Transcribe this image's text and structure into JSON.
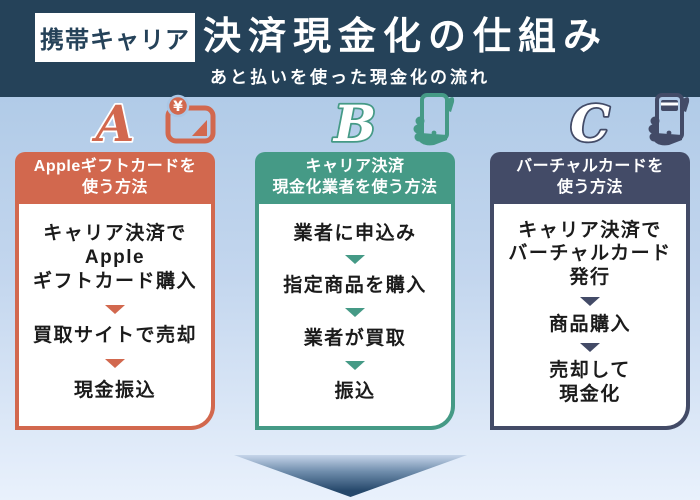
{
  "header": {
    "badge": "携帯キャリア",
    "title": "決済現金化の仕組み",
    "subtitle": "あと払いを使った現金化の流れ"
  },
  "colors": {
    "header_bg": "#254259",
    "background_top": "#a7c5e4",
    "background_bottom": "#e9f1fc",
    "arrow_dark": "#26486b",
    "salmon": "#d2684e",
    "teal": "#459a86",
    "navy": "#434b67"
  },
  "columns": [
    {
      "letter": "A",
      "letter_fill": "#d2684e",
      "letter_stroke": "#ffffff",
      "icon": "gift-card-icon",
      "icon_badge": "¥",
      "color": "#d2684e",
      "title_lines": [
        "Appleギフトカードを",
        "使う方法"
      ],
      "steps": [
        {
          "lines": [
            "キャリア決済で",
            "Apple",
            "ギフトカード購入"
          ]
        },
        {
          "lines": [
            "買取サイトで売却"
          ]
        },
        {
          "lines": [
            "現金振込"
          ]
        }
      ]
    },
    {
      "letter": "B",
      "letter_fill": "#ffffff",
      "letter_stroke": "#459a86",
      "icon": "hand-phone-icon",
      "color": "#459a86",
      "title_lines": [
        "キャリア決済",
        "現金化業者を使う方法"
      ],
      "steps": [
        {
          "lines": [
            "業者に申込み"
          ]
        },
        {
          "lines": [
            "指定商品を購入"
          ]
        },
        {
          "lines": [
            "業者が買取"
          ]
        },
        {
          "lines": [
            "振込"
          ]
        }
      ]
    },
    {
      "letter": "C",
      "letter_fill": "#ffffff",
      "letter_stroke": "#434b67",
      "icon": "hand-phone-card-icon",
      "color": "#434b67",
      "title_lines": [
        "バーチャルカードを",
        "使う方法"
      ],
      "steps": [
        {
          "lines": [
            "キャリア決済で",
            "バーチャルカード",
            "発行"
          ]
        },
        {
          "lines": [
            "商品購入"
          ]
        },
        {
          "lines": [
            "売却して",
            "現金化"
          ]
        }
      ]
    }
  ]
}
